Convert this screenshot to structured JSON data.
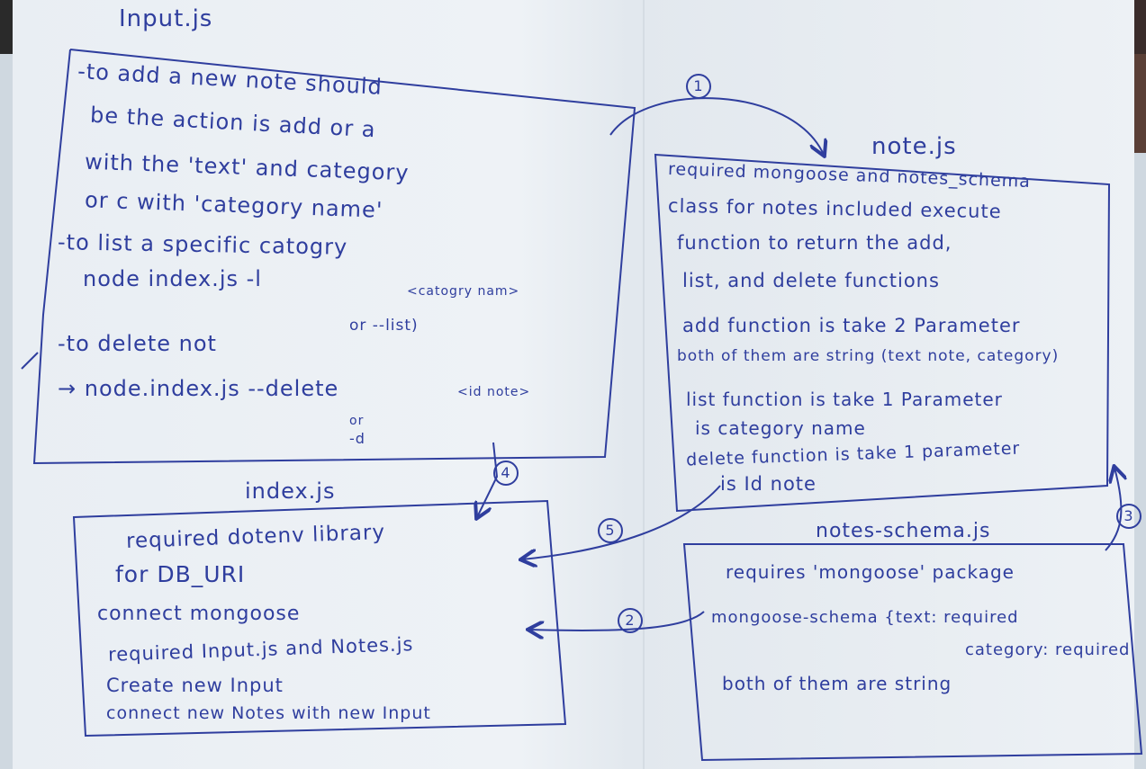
{
  "colors": {
    "ink": "#2f3e9e",
    "paper": "#eef2f6"
  },
  "input_box": {
    "title": "Input.js",
    "lines": [
      "-to add a new note should",
      "be the action is add or a",
      "with the 'text' and category",
      "or c with 'category name'",
      "-to list a specific catogry",
      "node index.js  -l",
      "<catogry nam>",
      "or --list)",
      "-to delete not",
      "→ node.index.js  --delete",
      "<id note>",
      "or",
      "-d"
    ]
  },
  "note_box": {
    "title": "note.js",
    "lines": [
      "required mongoose and notes_schema",
      "class for notes included execute",
      "function to return the add,",
      "list, and delete functions",
      "add function is take 2 Parameter",
      "both of them are string (text note, category)",
      "list function is take 1 Parameter",
      "is category name",
      "delete function is take 1 parameter",
      "is Id note"
    ]
  },
  "index_box": {
    "title": "index.js",
    "lines": [
      "required dotenv library",
      "for DB_URI",
      "connect mongoose",
      "required Input.js and Notes.js",
      "Create new Input",
      "connect new Notes with new Input"
    ]
  },
  "schema_box": {
    "title": "notes-schema.js",
    "lines": [
      "requires 'mongoose' package",
      "mongoose-schema {text: required",
      "category: required",
      "both of them are string"
    ]
  },
  "step_markers": [
    "1",
    "2",
    "3",
    "4",
    "5"
  ]
}
